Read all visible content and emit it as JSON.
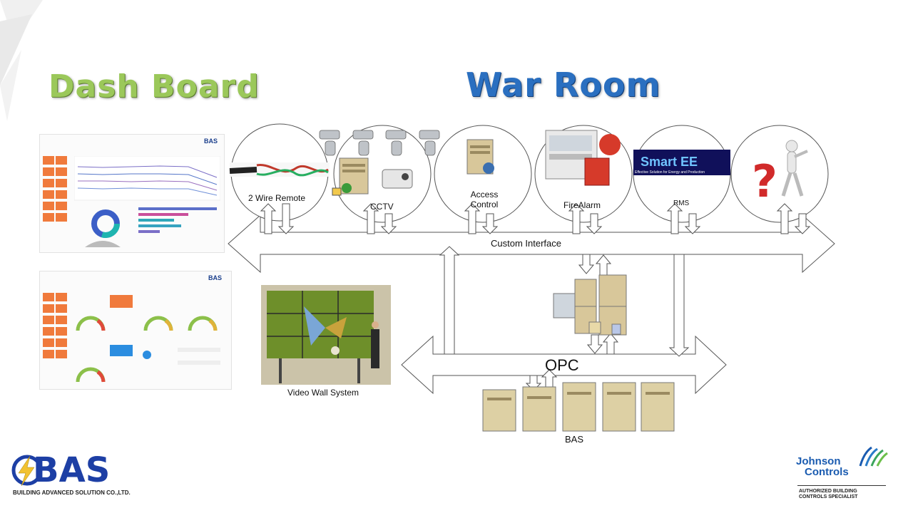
{
  "titles": {
    "dashboard": "Dash Board",
    "warroom": "War Room"
  },
  "dashboard_shots": {
    "brand": "BAS"
  },
  "systems": [
    {
      "label": "2 Wire Remote",
      "icon": "cable-icon"
    },
    {
      "label": "CCTV",
      "icon": "cctv-camera-icon"
    },
    {
      "label": "Access Control",
      "icon": "access-control-server-icon"
    },
    {
      "label": "FireAlarm",
      "icon": "fire-alarm-panel-icon"
    },
    {
      "label": "RMS",
      "icon": "smart-ee-logo-icon"
    },
    {
      "label": "",
      "icon": "question-mark-figure-icon"
    }
  ],
  "rms_logo": {
    "title": "Smart EE",
    "subtitle": "Effective Solution for Energy and Production"
  },
  "bus": {
    "custom_interface": "Custom Interface",
    "opc": "OPC"
  },
  "video_wall": {
    "label": "Video Wall System"
  },
  "bas": {
    "label": "BAS"
  },
  "logos": {
    "bas_main": "BAS",
    "bas_sub": "BUILDING ADVANCED SOLUTION CO.,LTD.",
    "jc_name_1": "Johnson",
    "jc_name_2": "Controls",
    "jc_tag_1": "AUTHORIZED BUILDING",
    "jc_tag_2": "CONTROLS SPECIALIST"
  },
  "colors": {
    "dash_green": "#9bc85a",
    "war_blue": "#2a6fc0",
    "bas_blue": "#1d3fa5",
    "tile_orange": "#f07a3c"
  }
}
